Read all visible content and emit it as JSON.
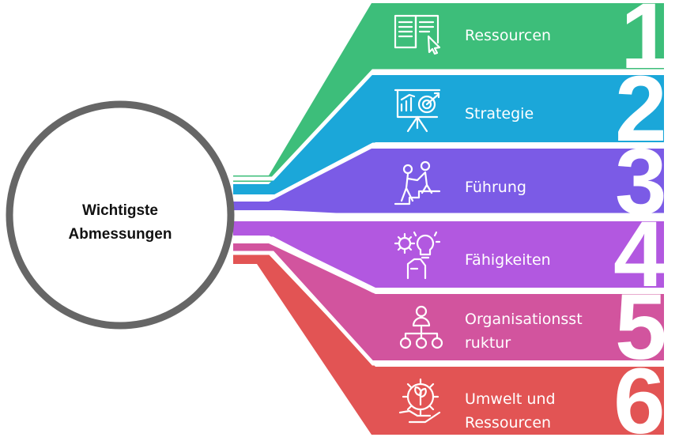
{
  "center": {
    "line1": "Wichtigste",
    "line2": "Abmessungen"
  },
  "items": [
    {
      "number": "1",
      "label_lines": [
        "Ressourcen"
      ],
      "color": "#3DBE7A",
      "icon": "book-cursor-icon"
    },
    {
      "number": "2",
      "label_lines": [
        "Strategie"
      ],
      "color": "#1BA7D9",
      "icon": "strategy-board-icon"
    },
    {
      "number": "3",
      "label_lines": [
        "Führung"
      ],
      "color": "#7B5BE6",
      "icon": "leadership-climb-icon"
    },
    {
      "number": "4",
      "label_lines": [
        "Fähigkeiten"
      ],
      "color": "#B258E0",
      "icon": "skills-hand-icon"
    },
    {
      "number": "5",
      "label_lines": [
        "Organisationsst",
        "ruktur"
      ],
      "color": "#D2549E",
      "icon": "org-chart-icon"
    },
    {
      "number": "6",
      "label_lines": [
        "Umwelt und",
        "Ressourcen"
      ],
      "color": "#E25454",
      "icon": "environment-gear-icon"
    }
  ]
}
